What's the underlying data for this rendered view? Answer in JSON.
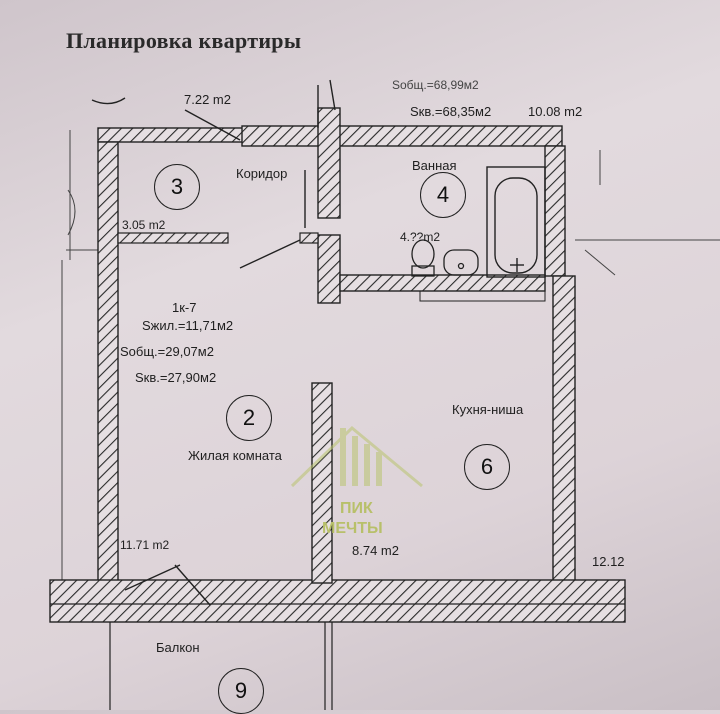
{
  "title": "Планировка квартиры",
  "top_labels": {
    "area_topleft": "7.22 m2",
    "sobsh": "Sобщ.=68,99м2",
    "skv": "Sкв.=68,35м2",
    "area_topright": "10.08 m2"
  },
  "rooms": {
    "corridor": {
      "number": "3",
      "name": "Коридор",
      "area": "3.05 m2"
    },
    "bathroom": {
      "number": "4",
      "name": "Ванная",
      "area": "4.??m2"
    },
    "living": {
      "number": "2",
      "name": "Жилая комната",
      "type": "1к-7",
      "s_zhil": "Sжил.=11,71м2",
      "s_obsh": "Sобщ.=29,07м2",
      "s_kv": "Sкв.=27,90м2",
      "area": "11.71 m2"
    },
    "kitchen": {
      "number": "6",
      "name": "Кухня-ниша",
      "area": "8.74 m2"
    },
    "balcony": {
      "number": "9",
      "name": "Балкон"
    }
  },
  "side_labels": {
    "right_edge": "12.12"
  },
  "watermark": {
    "line1": "ПИК",
    "line2": "МЕЧТЫ",
    "color": "#b8c06a"
  }
}
